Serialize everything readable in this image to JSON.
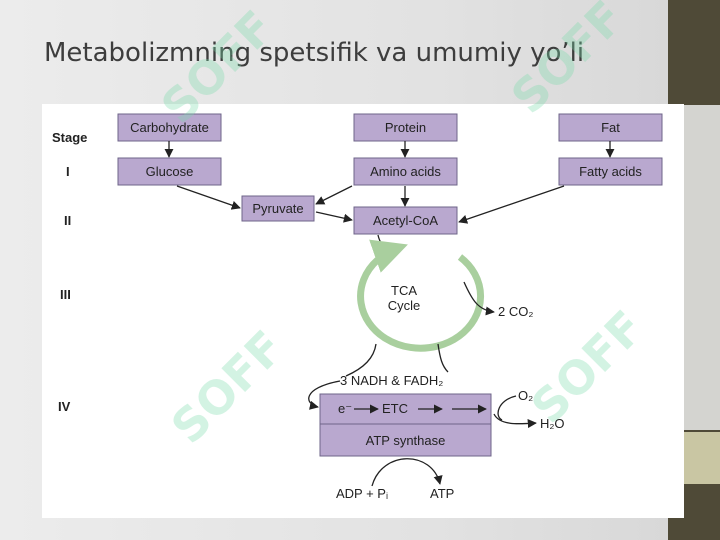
{
  "slide": {
    "title": "Metabolizmning spetsifik va umumiy yo’li",
    "watermark": "SOFF"
  },
  "diagram": {
    "stage_header": "Stage",
    "stages": [
      "I",
      "II",
      "III",
      "IV"
    ],
    "boxes": {
      "carbohydrate": "Carbohydrate",
      "protein": "Protein",
      "fat": "Fat",
      "glucose": "Glucose",
      "amino_acids": "Amino acids",
      "fatty_acids": "Fatty acids",
      "pyruvate": "Pyruvate",
      "acetyl_coa": "Acetyl-CoA",
      "etc": "ETC",
      "atp_synthase": "ATP synthase"
    },
    "tca_line1": "TCA",
    "tca_line2": "Cycle",
    "co2": "2 CO₂",
    "nadh": "3 NADH & FADH₂",
    "electron": "e⁻",
    "o2": "O₂",
    "h2o": "H₂O",
    "adp": "ADP  +  Pᵢ",
    "atp": "ATP"
  },
  "colors": {
    "box_fill": "#b9a8cf",
    "cycle": "#a9cf9e",
    "side_bar": "#4f4a37"
  }
}
